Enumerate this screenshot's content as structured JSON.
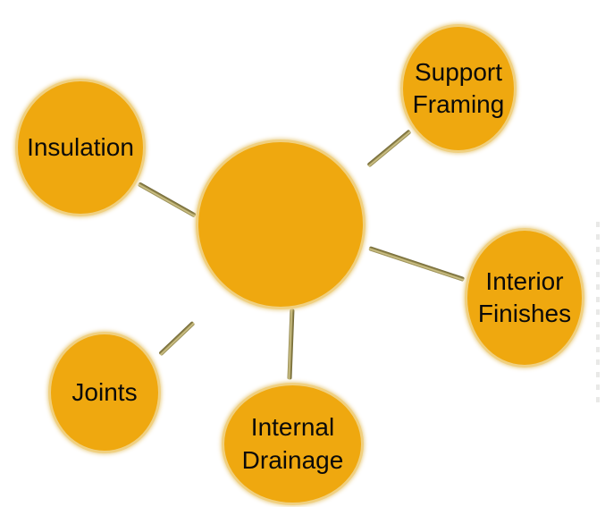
{
  "diagram": {
    "type": "spider",
    "nodes": [
      {
        "id": "insulation",
        "lines": [
          "Insulation"
        ]
      },
      {
        "id": "support-framing",
        "lines": [
          "Support",
          "Framing"
        ]
      },
      {
        "id": "interior-finishes",
        "lines": [
          "Interior",
          "Finishes"
        ]
      },
      {
        "id": "joints",
        "lines": [
          "Joints"
        ]
      },
      {
        "id": "internal-drainage",
        "lines": [
          "Internal",
          "Drainage"
        ]
      }
    ],
    "colors": {
      "node_fill": "#efa80f",
      "node_rim": "#f0d080",
      "connector_dark": "#8a7f46",
      "connector_light": "#d6ca8e",
      "label_text": "#0a0a0a",
      "background": "#ffffff"
    }
  }
}
